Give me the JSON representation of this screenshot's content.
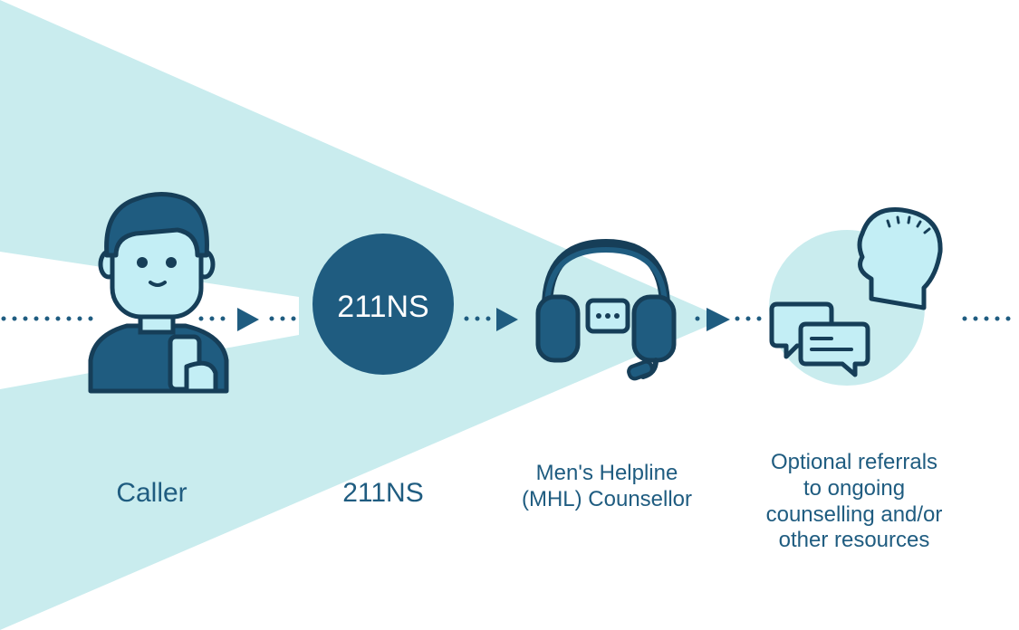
{
  "colors": {
    "funnel": "#c9ecee",
    "primary": "#1f5c80",
    "dark": "#163e58",
    "icon_fill": "#c3eef5",
    "white": "#ffffff"
  },
  "steps": [
    {
      "id": "caller",
      "label": "Caller",
      "icon": "person-with-phone-icon"
    },
    {
      "id": "211ns",
      "label": "211NS",
      "badge": "211NS",
      "icon": "circle-badge"
    },
    {
      "id": "mhl",
      "label_lines": [
        "Men's Helpline",
        "(MHL) Counsellor"
      ],
      "icon": "headset-icon"
    },
    {
      "id": "referrals",
      "label_lines": [
        "Optional referrals",
        "to ongoing",
        "counselling and/or",
        "other resources"
      ],
      "icon": "head-with-chat-bubbles-icon"
    }
  ]
}
